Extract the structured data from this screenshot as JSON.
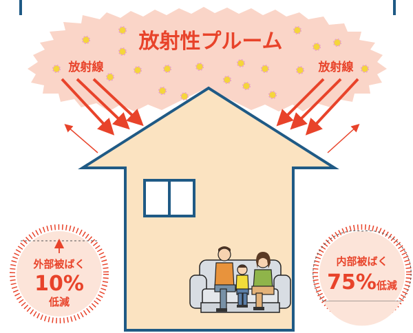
{
  "plume": {
    "title": "放射性プルーム",
    "color": "#fad5c8",
    "particle_color": "#f5d63a",
    "particle_ring": "#e8a0c8"
  },
  "radiation": {
    "left_label": "放射線",
    "right_label": "放射線",
    "arrow_color": "#e8432a"
  },
  "house": {
    "fill": "#fbe3c1",
    "stroke": "#1f5a85",
    "window_fill": "#ffffff"
  },
  "external": {
    "label": "外部被ばく",
    "value": "10%",
    "note": "低減",
    "color": "#e8432a",
    "badge_fill": "#fce4d9"
  },
  "internal": {
    "label": "内部被ばく",
    "value": "75%",
    "note": "低減",
    "color": "#e8432a",
    "badge_fill": "#fce4d9"
  },
  "text_color": "#e8432a"
}
